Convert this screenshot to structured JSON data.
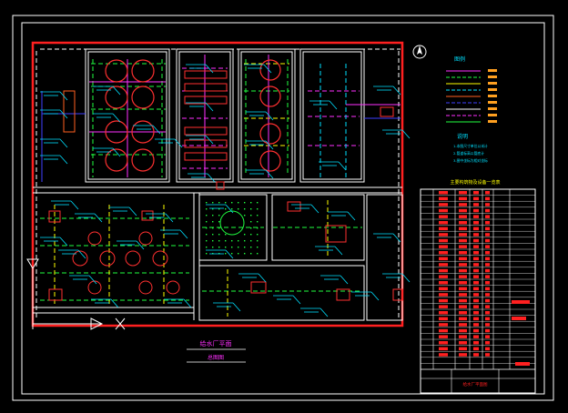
{
  "drawing": {
    "colors": {
      "background": "#000000",
      "frame": "#ffffff",
      "boundary": "#ff2020",
      "road": "#ffffff",
      "pipe_green": "#20ff40",
      "pipe_cyan": "#00e0ff",
      "pipe_magenta": "#ff30ff",
      "pipe_yellow": "#ffff00",
      "pipe_blue": "#4040ff",
      "tank": "#ff3030",
      "table": "#ff2020"
    },
    "plan_title": "给水厂平面",
    "plan_subtitle": "总图图",
    "compass_icon": "north-arrow-icon",
    "legend": {
      "heading": "图例",
      "notes_heading": "说明",
      "notes": [
        "1.本图尺寸单位以米计",
        "2.管道标高以管底计",
        "3.图中坐标为相对坐标"
      ]
    },
    "equipment_table": {
      "title": "主要构筑物及设备一览表",
      "footer_title": "给水厂平面图"
    }
  }
}
